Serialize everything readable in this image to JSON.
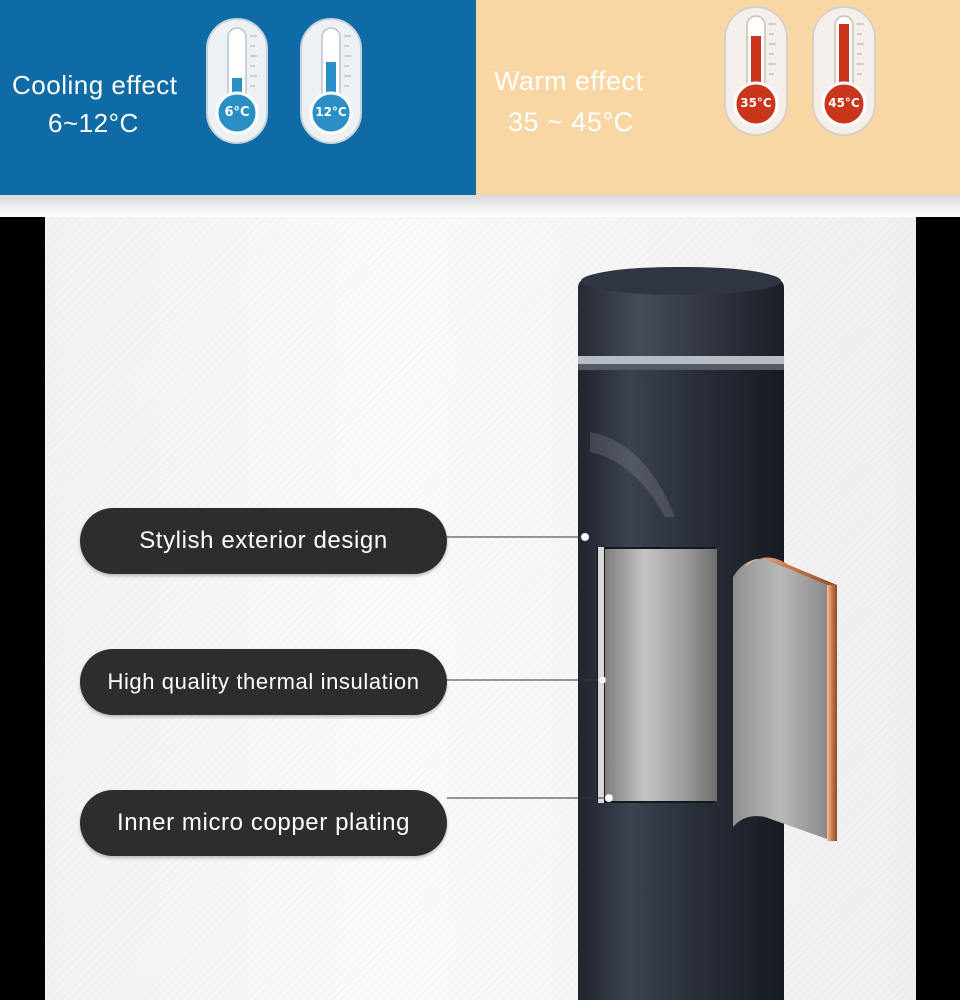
{
  "banner": {
    "cooling": {
      "title": "Cooling effect",
      "range": "6~12°C",
      "temps": [
        "6°C",
        "12°C"
      ],
      "color": "#0e6ba6"
    },
    "warm": {
      "title": "Warm effect",
      "range": "35 ~ 45°C",
      "temps": [
        "35°C",
        "45°C"
      ],
      "color": "#f8d7a4"
    }
  },
  "features": [
    {
      "label": "Stylish exterior design"
    },
    {
      "label": "High quality thermal insulation"
    },
    {
      "label": "Inner micro copper plating"
    }
  ],
  "colors": {
    "bottle": "#2b313d",
    "copper": "#c9784a",
    "steel": "#a5a5a5",
    "pill": "#2d2d2d"
  }
}
